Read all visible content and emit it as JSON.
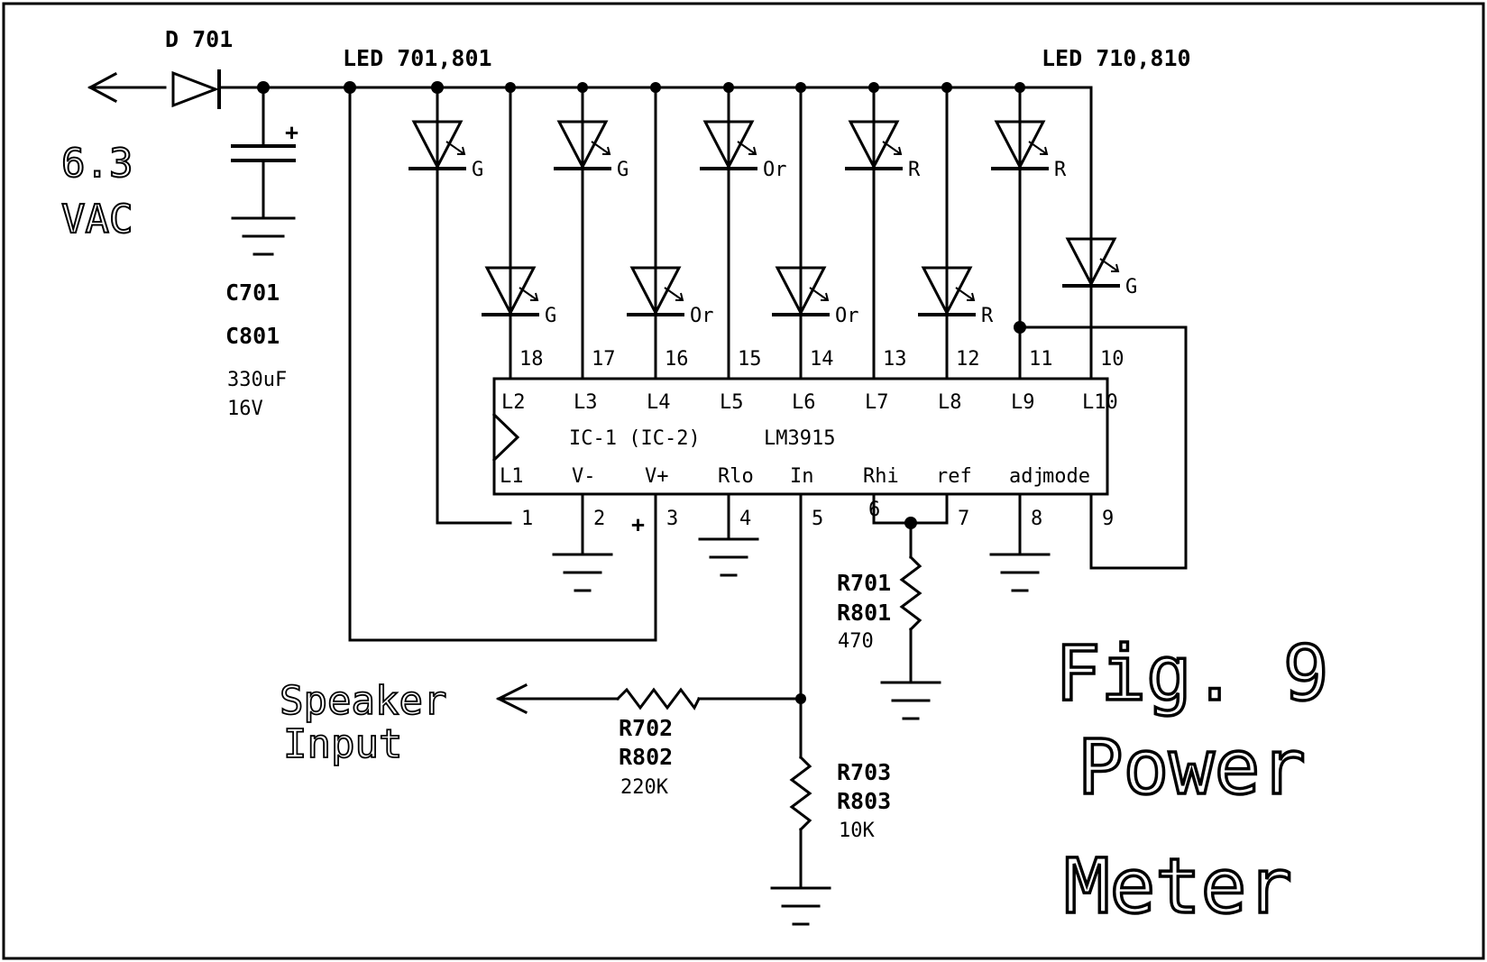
{
  "figure": {
    "fig_label": "Fig. 9",
    "title_line1": "Power",
    "title_line2": "Meter"
  },
  "supply": {
    "voltage": "6.3",
    "unit": "VAC",
    "diode": "D 701"
  },
  "capacitor": {
    "ref1": "C701",
    "ref2": "C801",
    "capacitance": "330uF",
    "voltage": "16V",
    "polarity": "+"
  },
  "led_range": {
    "first": "LED 701,801",
    "last": "LED 710,810"
  },
  "leds": [
    {
      "color": "G"
    },
    {
      "color": "G"
    },
    {
      "color": "Or"
    },
    {
      "color": "R"
    },
    {
      "color": "R"
    },
    {
      "color": "G"
    },
    {
      "color": "Or"
    },
    {
      "color": "Or"
    },
    {
      "color": "R"
    },
    {
      "color": "G"
    }
  ],
  "ic": {
    "name": "IC-1 (IC-2)",
    "part": "LM3915",
    "top_pins": [
      {
        "num": "18",
        "name": "L2"
      },
      {
        "num": "17",
        "name": "L3"
      },
      {
        "num": "16",
        "name": "L4"
      },
      {
        "num": "15",
        "name": "L5"
      },
      {
        "num": "14",
        "name": "L6"
      },
      {
        "num": "13",
        "name": "L7"
      },
      {
        "num": "12",
        "name": "L8"
      },
      {
        "num": "11",
        "name": "L9"
      },
      {
        "num": "10",
        "name": "L10"
      }
    ],
    "bottom_pins": [
      {
        "num": "1",
        "name": "L1"
      },
      {
        "num": "2",
        "name": "V-"
      },
      {
        "num": "3",
        "name": "V+"
      },
      {
        "num": "4",
        "name": "Rlo"
      },
      {
        "num": "5",
        "name": "In"
      },
      {
        "num": "6",
        "name": "Rhi"
      },
      {
        "num": "7",
        "name": "ref"
      },
      {
        "num": "8",
        "name": "adj"
      },
      {
        "num": "9",
        "name": "mode"
      }
    ],
    "vplus_marker": "+"
  },
  "resistors": {
    "r701": {
      "ref1": "R701",
      "ref2": "R801",
      "value": "470"
    },
    "r702": {
      "ref1": "R702",
      "ref2": "R802",
      "value": "220K"
    },
    "r703": {
      "ref1": "R703",
      "ref2": "R803",
      "value": "10K"
    }
  },
  "input": {
    "line1": "Speaker",
    "line2": "Input"
  }
}
